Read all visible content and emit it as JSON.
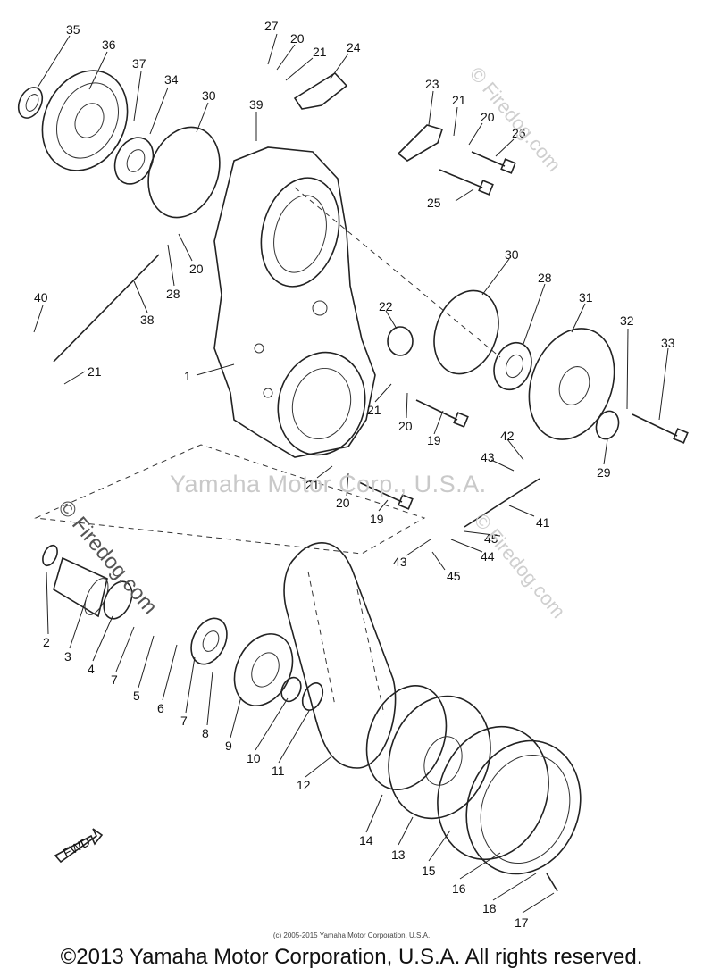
{
  "watermark": "Yamaha Motor Corp., U.S.A.",
  "site_marks": [
    "© Firedog.com",
    "© Firedog.com",
    "© Firedog.com"
  ],
  "small_copyright": "(c) 2005-2015 Yamaha Motor Corporation, U.S.A.",
  "footer": "©2013 Yamaha Motor Corporation, U.S.A. All rights reserved.",
  "fwd_label": "FWD",
  "callouts": [
    "35",
    "36",
    "37",
    "34",
    "30",
    "39",
    "27",
    "20",
    "21",
    "24",
    "23",
    "21",
    "20",
    "26",
    "25",
    "20",
    "28",
    "38",
    "40",
    "21",
    "1",
    "22",
    "30",
    "28",
    "31",
    "32",
    "33",
    "21",
    "20",
    "19",
    "29",
    "42",
    "43",
    "21",
    "20",
    "19",
    "41",
    "45",
    "43",
    "44",
    "45",
    "2",
    "3",
    "4",
    "7",
    "5",
    "6",
    "7",
    "8",
    "9",
    "10",
    "11",
    "12",
    "14",
    "13",
    "15",
    "16",
    "18",
    "17"
  ]
}
